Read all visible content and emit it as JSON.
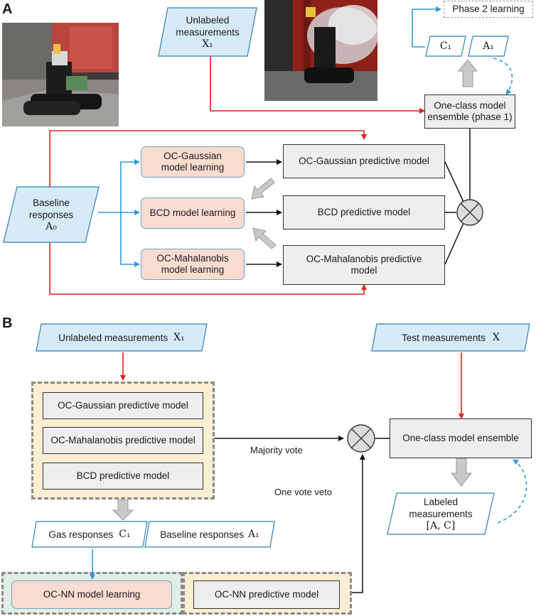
{
  "panel_a": {
    "letter": "A",
    "unlabeled": {
      "line1": "Unlabeled",
      "line2": "measurements",
      "symbol": "X₁"
    },
    "phase2": "Phase 2 learning",
    "c1": "C₁",
    "a1": "A₁",
    "ensemble": {
      "line1": "One-class model",
      "line2": "ensemble (phase 1)"
    },
    "baseline": {
      "line1": "Baseline",
      "line2": "responses",
      "symbol": "A₀"
    },
    "oc_gaussian_learning": {
      "line1": "OC-Gaussian",
      "line2": "model learning"
    },
    "bcd_learning": "BCD model learning",
    "oc_mahalanobis_learning": {
      "line1": "OC-Mahalanobis",
      "line2": "model learning"
    },
    "oc_gaussian_predictive": "OC-Gaussian predictive model",
    "bcd_predictive": "BCD predictive model",
    "oc_mahalanobis_predictive": {
      "line1": "OC-Mahalanobis predictive",
      "line2": "model"
    }
  },
  "panel_b": {
    "letter": "B",
    "unlabeled": "Unlabeled measurements",
    "unlabeled_symbol": "X₁",
    "gaussian": "OC-Gaussian predictive model",
    "mahalanobis": "OC-Mahalanobis predictive model",
    "bcd": "BCD predictive model",
    "majority_vote": "Majority vote",
    "one_vote_veto": "One vote veto",
    "test": "Test measurements",
    "test_symbol": "X",
    "ensemble": "One-class model ensemble",
    "labeled": {
      "line1": "Labeled",
      "line2": "measurements",
      "symbol": "[A, C]"
    },
    "gas": "Gas responses",
    "gas_symbol": "C₁",
    "baseline": "Baseline responses",
    "baseline_symbol": "A₁",
    "ocnn_learning": "OC-NN model learning",
    "ocnn_predictive": "OC-NN predictive model"
  },
  "colors": {
    "red": "#e0201c",
    "blue": "#2f9ad8",
    "grey_fill": "#eeeeee",
    "peach": "#fadcd0",
    "para_fill": "#d7ebf7",
    "yellow_bg": "#fbeed3",
    "green_bg": "#e1eee4"
  }
}
